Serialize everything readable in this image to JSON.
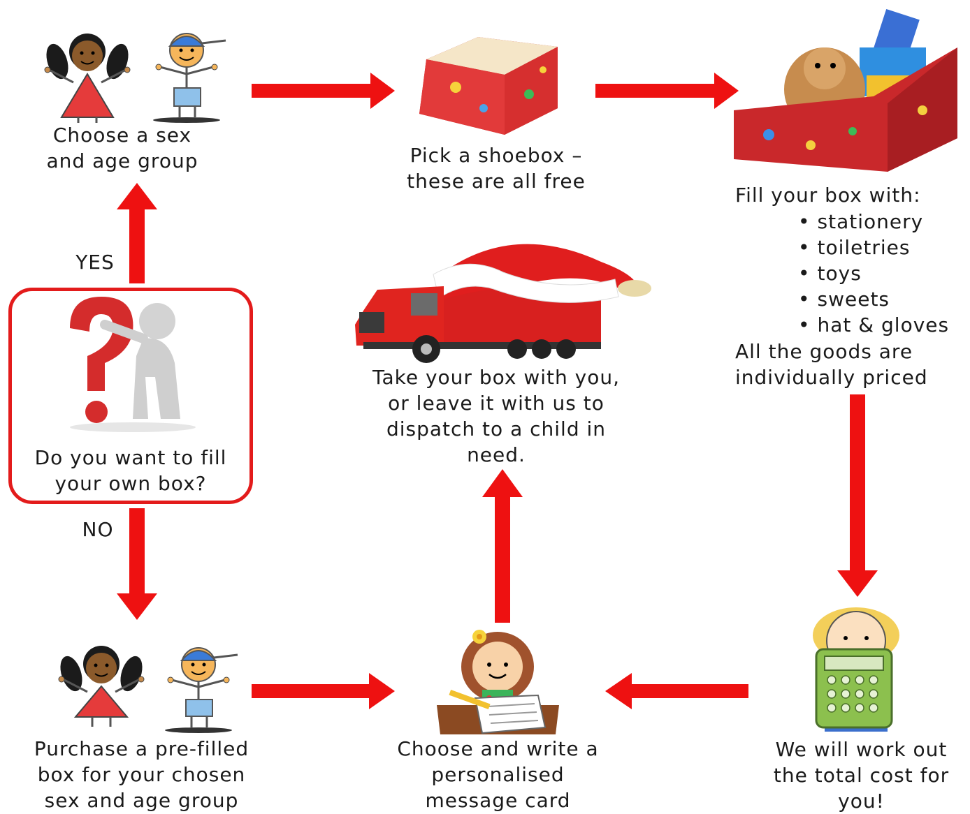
{
  "colors": {
    "arrow": "#ee1111",
    "box_border": "#e31b1b",
    "text": "#1a1a1a"
  },
  "steps": {
    "choose": {
      "lines": [
        "Choose a sex",
        "and age group"
      ]
    },
    "shoebox": {
      "lines": [
        "Pick a shoebox –",
        "these are all free"
      ]
    },
    "fill": {
      "heading": "Fill your box with:",
      "items": [
        "stationery",
        "toiletries",
        "toys",
        "sweets",
        "hat & gloves"
      ],
      "footer": [
        "All the goods are",
        "individually priced"
      ]
    },
    "question": {
      "lines": [
        "Do you want to fill",
        "your own box?"
      ]
    },
    "take": {
      "lines": [
        "Take your box with you,",
        "or leave it with us to",
        "dispatch to a child in",
        "need."
      ]
    },
    "purchase": {
      "lines": [
        "Purchase a pre-filled",
        "box for your chosen",
        "sex and age group"
      ]
    },
    "card": {
      "lines": [
        "Choose and write a",
        "personalised",
        "message card"
      ]
    },
    "cost": {
      "lines": [
        "We will work out",
        "the total cost for",
        "you!"
      ]
    }
  },
  "branches": {
    "yes": "YES",
    "no": "NO"
  },
  "icons": [
    "girl-figure-icon",
    "boy-figure-icon",
    "empty-shoebox-icon",
    "filled-shoebox-icon",
    "question-mark-figure-icon",
    "santa-hat-truck-icon",
    "girl-writing-icon",
    "boy-calculator-icon"
  ]
}
